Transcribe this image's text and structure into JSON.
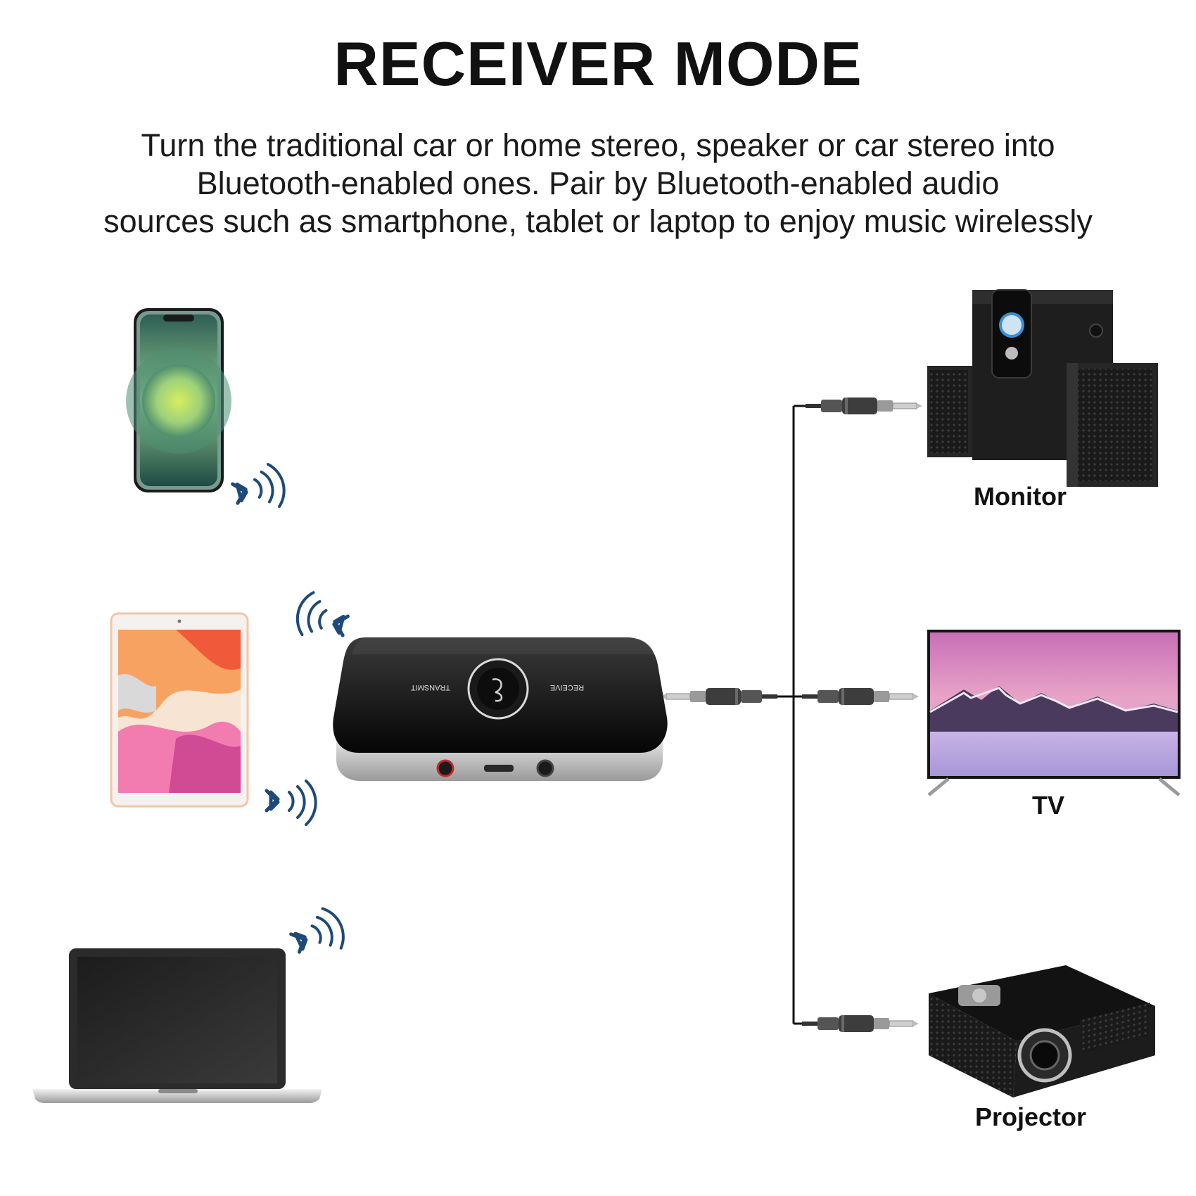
{
  "title": "RECEIVER MODE",
  "subtitle": {
    "line1": "Turn the traditional car or home stereo, speaker or car stereo into",
    "line2": "Bluetooth-enabled ones. Pair by Bluetooth-enabled audio",
    "line3": "sources such as smartphone, tablet or laptop to enjoy music wirelessly"
  },
  "device": {
    "left_label": "TRANSMIT",
    "right_label": "RECEIVE"
  },
  "outputs": {
    "monitor": "Monitor",
    "tv": "TV",
    "projector": "Projector"
  },
  "colors": {
    "bluetooth": "#1d4a78",
    "device_body": "#111111",
    "device_trim": "#c9c9c9",
    "cable": "#111111"
  },
  "icons": [
    "phone-icon",
    "tablet-icon",
    "laptop-icon",
    "bluetooth-icon",
    "speaker-icon",
    "tv-icon",
    "projector-icon",
    "audio-plug-icon"
  ]
}
